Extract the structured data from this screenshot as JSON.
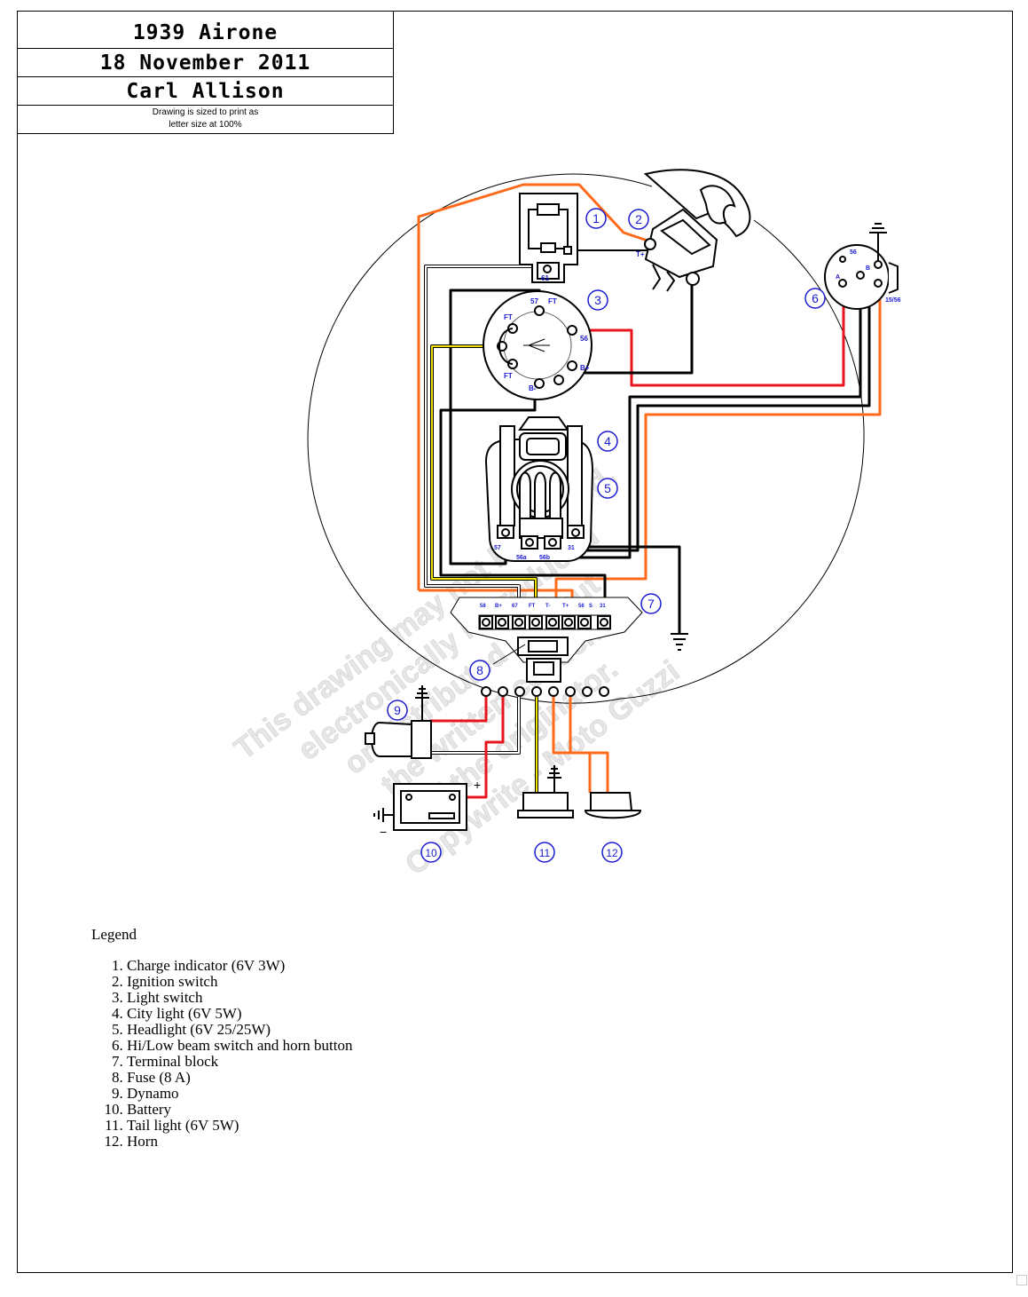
{
  "title_block": {
    "model": "1939 Airone",
    "date": "18 November 2011",
    "author": "Carl Allison",
    "note_line1": "Drawing is sized to print as",
    "note_line2": "letter size at 100%"
  },
  "watermark": {
    "line1": "This drawing may not be copied,",
    "line2": "electronically reproduced",
    "line3": "or distributed without",
    "line4": "the written consent",
    "line5": "of the originator.",
    "line6": "Copywrite - Moto Guzzi"
  },
  "callouts": [
    "1",
    "2",
    "3",
    "4",
    "5",
    "6",
    "7",
    "8",
    "9",
    "10",
    "11",
    "12"
  ],
  "terminal_labels": {
    "charge_indicator": "61",
    "ignition": "T+",
    "light_switch_57": "57",
    "light_switch_ft_top": "FT",
    "light_switch_ft_left": "FT",
    "light_switch_ft_low": "FT",
    "light_switch_56": "56",
    "light_switch_bplus_right": "B+",
    "light_switch_bminus": "B-",
    "hilo_56": "56",
    "hilo_a": "A",
    "hilo_b": "B",
    "hilo_1556": "15/56",
    "headlight_57": "57",
    "headlight_56a": "56a",
    "headlight_56b": "56b",
    "headlight_31": "31",
    "block": [
      "58",
      "B+",
      "67",
      "FT",
      "T-",
      "T+",
      "56",
      "S",
      "31"
    ],
    "battery_plus": "+",
    "battery_minus": "−"
  },
  "legend": {
    "title": "Legend",
    "items": [
      "Charge indicator (6V 3W)",
      "Ignition switch",
      "Light switch",
      "City light (6V 5W)",
      "Headlight (6V 25/25W)",
      "Hi/Low beam switch and horn button",
      "Terminal block",
      "Fuse (8 A)",
      "Dynamo",
      "Battery",
      "Tail light (6V 5W)",
      "Horn"
    ]
  },
  "colors": {
    "orange_wire": "#ff6a1a",
    "red_wire": "#e8141e",
    "yellow_wire": "#f2e400",
    "black_wire": "#000000",
    "callout_blue": "#1b1bd1",
    "watermark_gray": "#e3e3e3"
  }
}
